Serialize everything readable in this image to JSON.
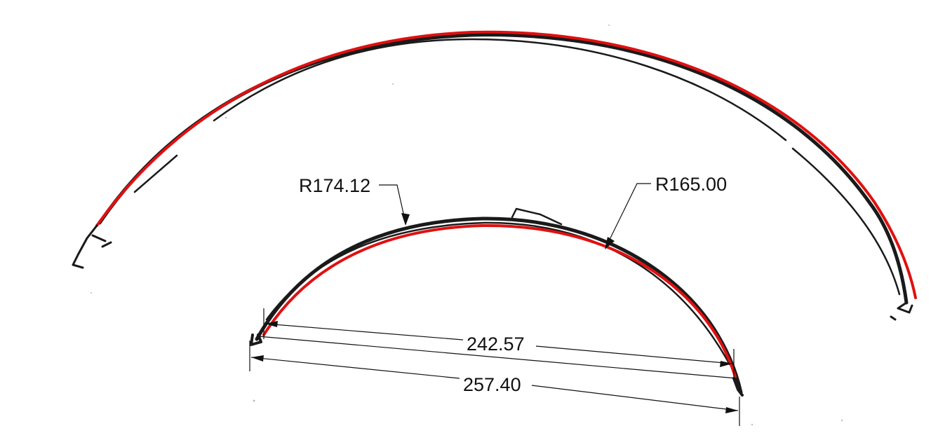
{
  "colors": {
    "background": "#ffffff",
    "sketch_stroke": "#1a1a1a",
    "fit_stroke": "#e01010",
    "dimension_stroke": "#111111"
  },
  "dimensions": {
    "radius_left": "R174.12",
    "radius_right": "R165.00",
    "chord_inner": "242.57",
    "chord_outer": "257.40"
  }
}
